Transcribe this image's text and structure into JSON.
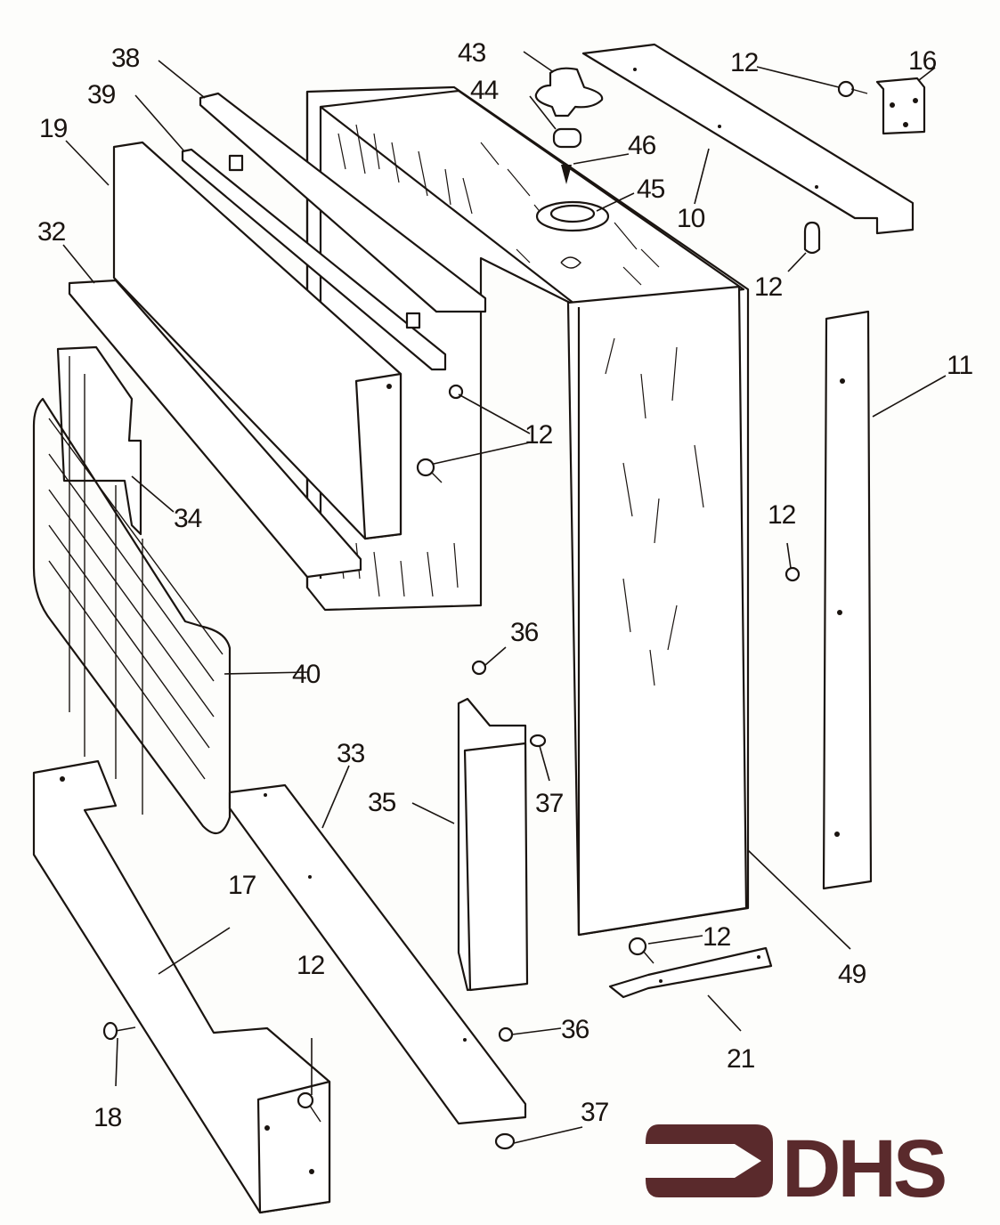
{
  "diagram": {
    "title": "Exploded parts diagram — cabinet housing assembly",
    "callouts": [
      {
        "id": "c38",
        "label": "38",
        "part": "rail"
      },
      {
        "id": "c39",
        "label": "39",
        "part": "rail"
      },
      {
        "id": "c19",
        "label": "19",
        "part": "front panel"
      },
      {
        "id": "c32",
        "label": "32",
        "part": "channel"
      },
      {
        "id": "c43",
        "label": "43",
        "part": "knob"
      },
      {
        "id": "c44",
        "label": "44",
        "part": "clip"
      },
      {
        "id": "c46",
        "label": "46",
        "part": "pin"
      },
      {
        "id": "c45",
        "label": "45",
        "part": "bezel ring"
      },
      {
        "id": "c10",
        "label": "10",
        "part": "top trim"
      },
      {
        "id": "c12a",
        "label": "12",
        "part": "screw"
      },
      {
        "id": "c16",
        "label": "16",
        "part": "corner bracket"
      },
      {
        "id": "c12b",
        "label": "12",
        "part": "screw"
      },
      {
        "id": "c11",
        "label": "11",
        "part": "side strip"
      },
      {
        "id": "c12c",
        "label": "12",
        "part": "screw"
      },
      {
        "id": "c34",
        "label": "34",
        "part": "bracket plate"
      },
      {
        "id": "c12d",
        "label": "12",
        "part": "screw"
      },
      {
        "id": "c40",
        "label": "40",
        "part": "wire grille"
      },
      {
        "id": "c36a",
        "label": "36",
        "part": "screw"
      },
      {
        "id": "c37a",
        "label": "37",
        "part": "nut"
      },
      {
        "id": "c35",
        "label": "35",
        "part": "leg"
      },
      {
        "id": "c33",
        "label": "33",
        "part": "base rail"
      },
      {
        "id": "c17",
        "label": "17",
        "part": "base housing"
      },
      {
        "id": "c12e",
        "label": "12",
        "part": "screw"
      },
      {
        "id": "c18",
        "label": "18",
        "part": "screw"
      },
      {
        "id": "c36b",
        "label": "36",
        "part": "screw"
      },
      {
        "id": "c37b",
        "label": "37",
        "part": "nut"
      },
      {
        "id": "c12f",
        "label": "12",
        "part": "screw"
      },
      {
        "id": "c21",
        "label": "21",
        "part": "hinge bracket"
      },
      {
        "id": "c49",
        "label": "49",
        "part": "wood side panel"
      }
    ]
  },
  "logo": {
    "text": "DHS",
    "color": "#5a2a2c"
  }
}
